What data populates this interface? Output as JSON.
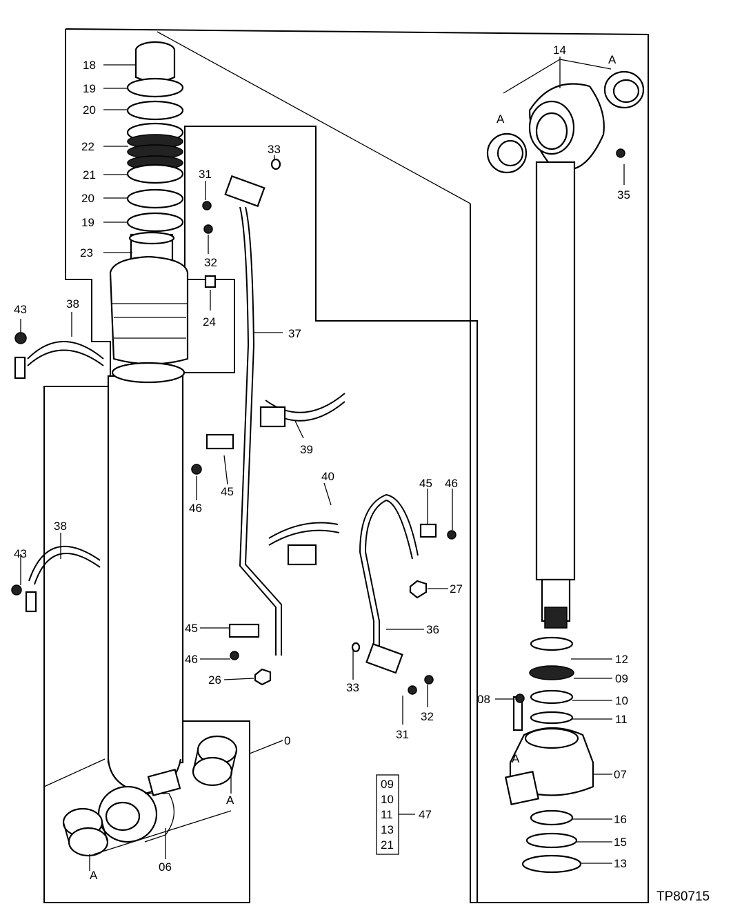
{
  "diagram_code": "TP80715",
  "kit_labels": [
    "09",
    "10",
    "11",
    "13",
    "21"
  ],
  "kit_number": "47",
  "ref_marker": "A",
  "labels": {
    "p18": "18",
    "p19a": "19",
    "p20a": "20",
    "p22": "22",
    "p21": "21",
    "p20b": "20",
    "p19b": "19",
    "p23": "23",
    "p24": "24",
    "p31a": "31",
    "p32a": "32",
    "p33a": "33",
    "p43a": "43",
    "p38a": "38",
    "p37": "37",
    "p39": "39",
    "p45a": "45",
    "p46a": "46",
    "p40": "40",
    "p45b": "45",
    "p46b": "46",
    "p43b": "43",
    "p38b": "38",
    "p27": "27",
    "p36": "36",
    "p45c": "45",
    "p46c": "46",
    "p26": "26",
    "p33b": "33",
    "p32b": "32",
    "p31b": "31",
    "p0": "0",
    "p06": "06",
    "p14": "14",
    "p35": "35",
    "p12": "12",
    "p09": "09",
    "p08": "08",
    "p10": "10",
    "p11": "11",
    "p07": "07",
    "p16": "16",
    "p15": "15",
    "p13": "13"
  }
}
